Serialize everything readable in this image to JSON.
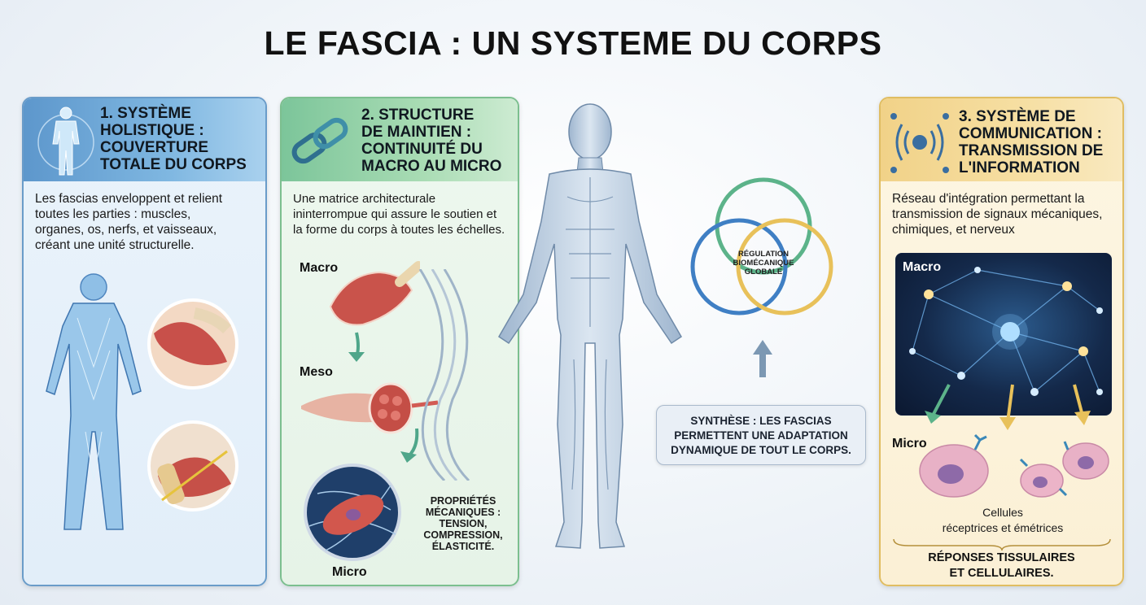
{
  "title": "LE FASCIA : UN SYSTEME DU CORPS",
  "panel1": {
    "title_lines": [
      "1. SYSTÈME",
      "HOLISTIQUE :",
      "COUVERTURE",
      "TOTALE DU CORPS"
    ],
    "desc_lines": [
      "Les fascias enveloppent et relient",
      "toutes les parties : muscles,",
      "organes, os, nerfs, et vaisseaux,",
      "créant une unité structurelle."
    ]
  },
  "panel2": {
    "title_lines": [
      "2. STRUCTURE",
      "DE MAINTIEN :",
      "CONTINUITÉ DU",
      "MACRO AU MICRO"
    ],
    "desc_lines": [
      "Une matrice architecturale",
      "ininterrompue qui assure le soutien et",
      "la forme du corps à toutes les échelles."
    ],
    "scale_macro": "Macro",
    "scale_meso": "Meso",
    "scale_micro": "Micro",
    "properties_lines": [
      "PROPRIÉTÉS",
      "MÉCANIQUES :",
      "TENSION,",
      "COMPRESSION,",
      "ÉLASTICITÉ."
    ]
  },
  "center": {
    "venn_lines": [
      "RÉGULATION",
      "BIOMÉCANIQUE",
      "GLOBALE"
    ],
    "synthesis_lines": [
      "SYNTHÈSE : LES FASCIAS",
      "PERMETTENT UNE ADAPTATION",
      "DYNAMIQUE DE TOUT LE CORPS."
    ]
  },
  "panel3": {
    "title_lines": [
      "3. SYSTÈME DE",
      "COMMUNICATION :",
      "TRANSMISSION DE",
      "L'INFORMATION"
    ],
    "desc_lines": [
      "Réseau d'intégration permettant la",
      "transmission de signaux mécaniques,",
      "chimiques, et nerveux"
    ],
    "macro_label": "Macro",
    "micro_label": "Micro",
    "cells_lines": [
      "Cellules",
      "réceptrices et émétrices"
    ],
    "response_lines": [
      "RÉPONSES TISSULAIRES",
      "ET CELLULAIRES."
    ]
  },
  "colors": {
    "panel1_accent": "#5d97cc",
    "panel2_accent": "#7cc59a",
    "panel3_accent": "#f1d288",
    "venn_blue": "#3f7fc4",
    "venn_green": "#5cb38a",
    "venn_yellow": "#e8c15a"
  }
}
